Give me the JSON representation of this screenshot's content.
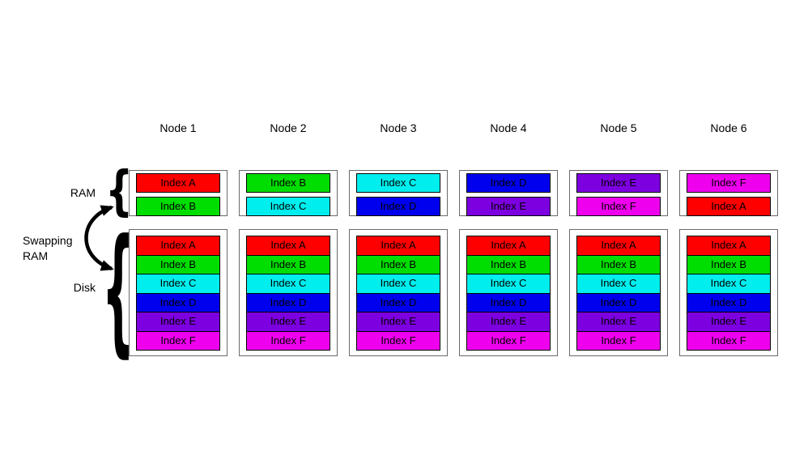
{
  "diagram": {
    "side_labels": {
      "ram": "RAM",
      "swapping_line1": "Swapping",
      "swapping_line2": "RAM",
      "disk": "Disk"
    },
    "glyphs": {
      "brace": "{"
    },
    "icons": {
      "swap_arrow": "curved-double-headed-arrow"
    },
    "index_labels": {
      "A": "Index A",
      "B": "Index B",
      "C": "Index C",
      "D": "Index D",
      "E": "Index E",
      "F": "Index F"
    },
    "index_colors": {
      "A": "#ff0000",
      "B": "#00dd00",
      "C": "#00eeee",
      "D": "#0000ee",
      "E": "#7d00e0",
      "F": "#ee00ee"
    },
    "nodes": [
      {
        "name": "Node 1",
        "ram": [
          "A",
          "B"
        ],
        "disk": [
          "A",
          "B",
          "C",
          "D",
          "E",
          "F"
        ]
      },
      {
        "name": "Node 2",
        "ram": [
          "B",
          "C"
        ],
        "disk": [
          "A",
          "B",
          "C",
          "D",
          "E",
          "F"
        ]
      },
      {
        "name": "Node 3",
        "ram": [
          "C",
          "D"
        ],
        "disk": [
          "A",
          "B",
          "C",
          "D",
          "E",
          "F"
        ]
      },
      {
        "name": "Node 4",
        "ram": [
          "D",
          "E"
        ],
        "disk": [
          "A",
          "B",
          "C",
          "D",
          "E",
          "F"
        ]
      },
      {
        "name": "Node 5",
        "ram": [
          "E",
          "F"
        ],
        "disk": [
          "A",
          "B",
          "C",
          "D",
          "E",
          "F"
        ]
      },
      {
        "name": "Node 6",
        "ram": [
          "F",
          "A"
        ],
        "disk": [
          "A",
          "B",
          "C",
          "D",
          "E",
          "F"
        ]
      }
    ],
    "layout": {
      "column_left_start": 159,
      "column_pitch": 136
    }
  }
}
